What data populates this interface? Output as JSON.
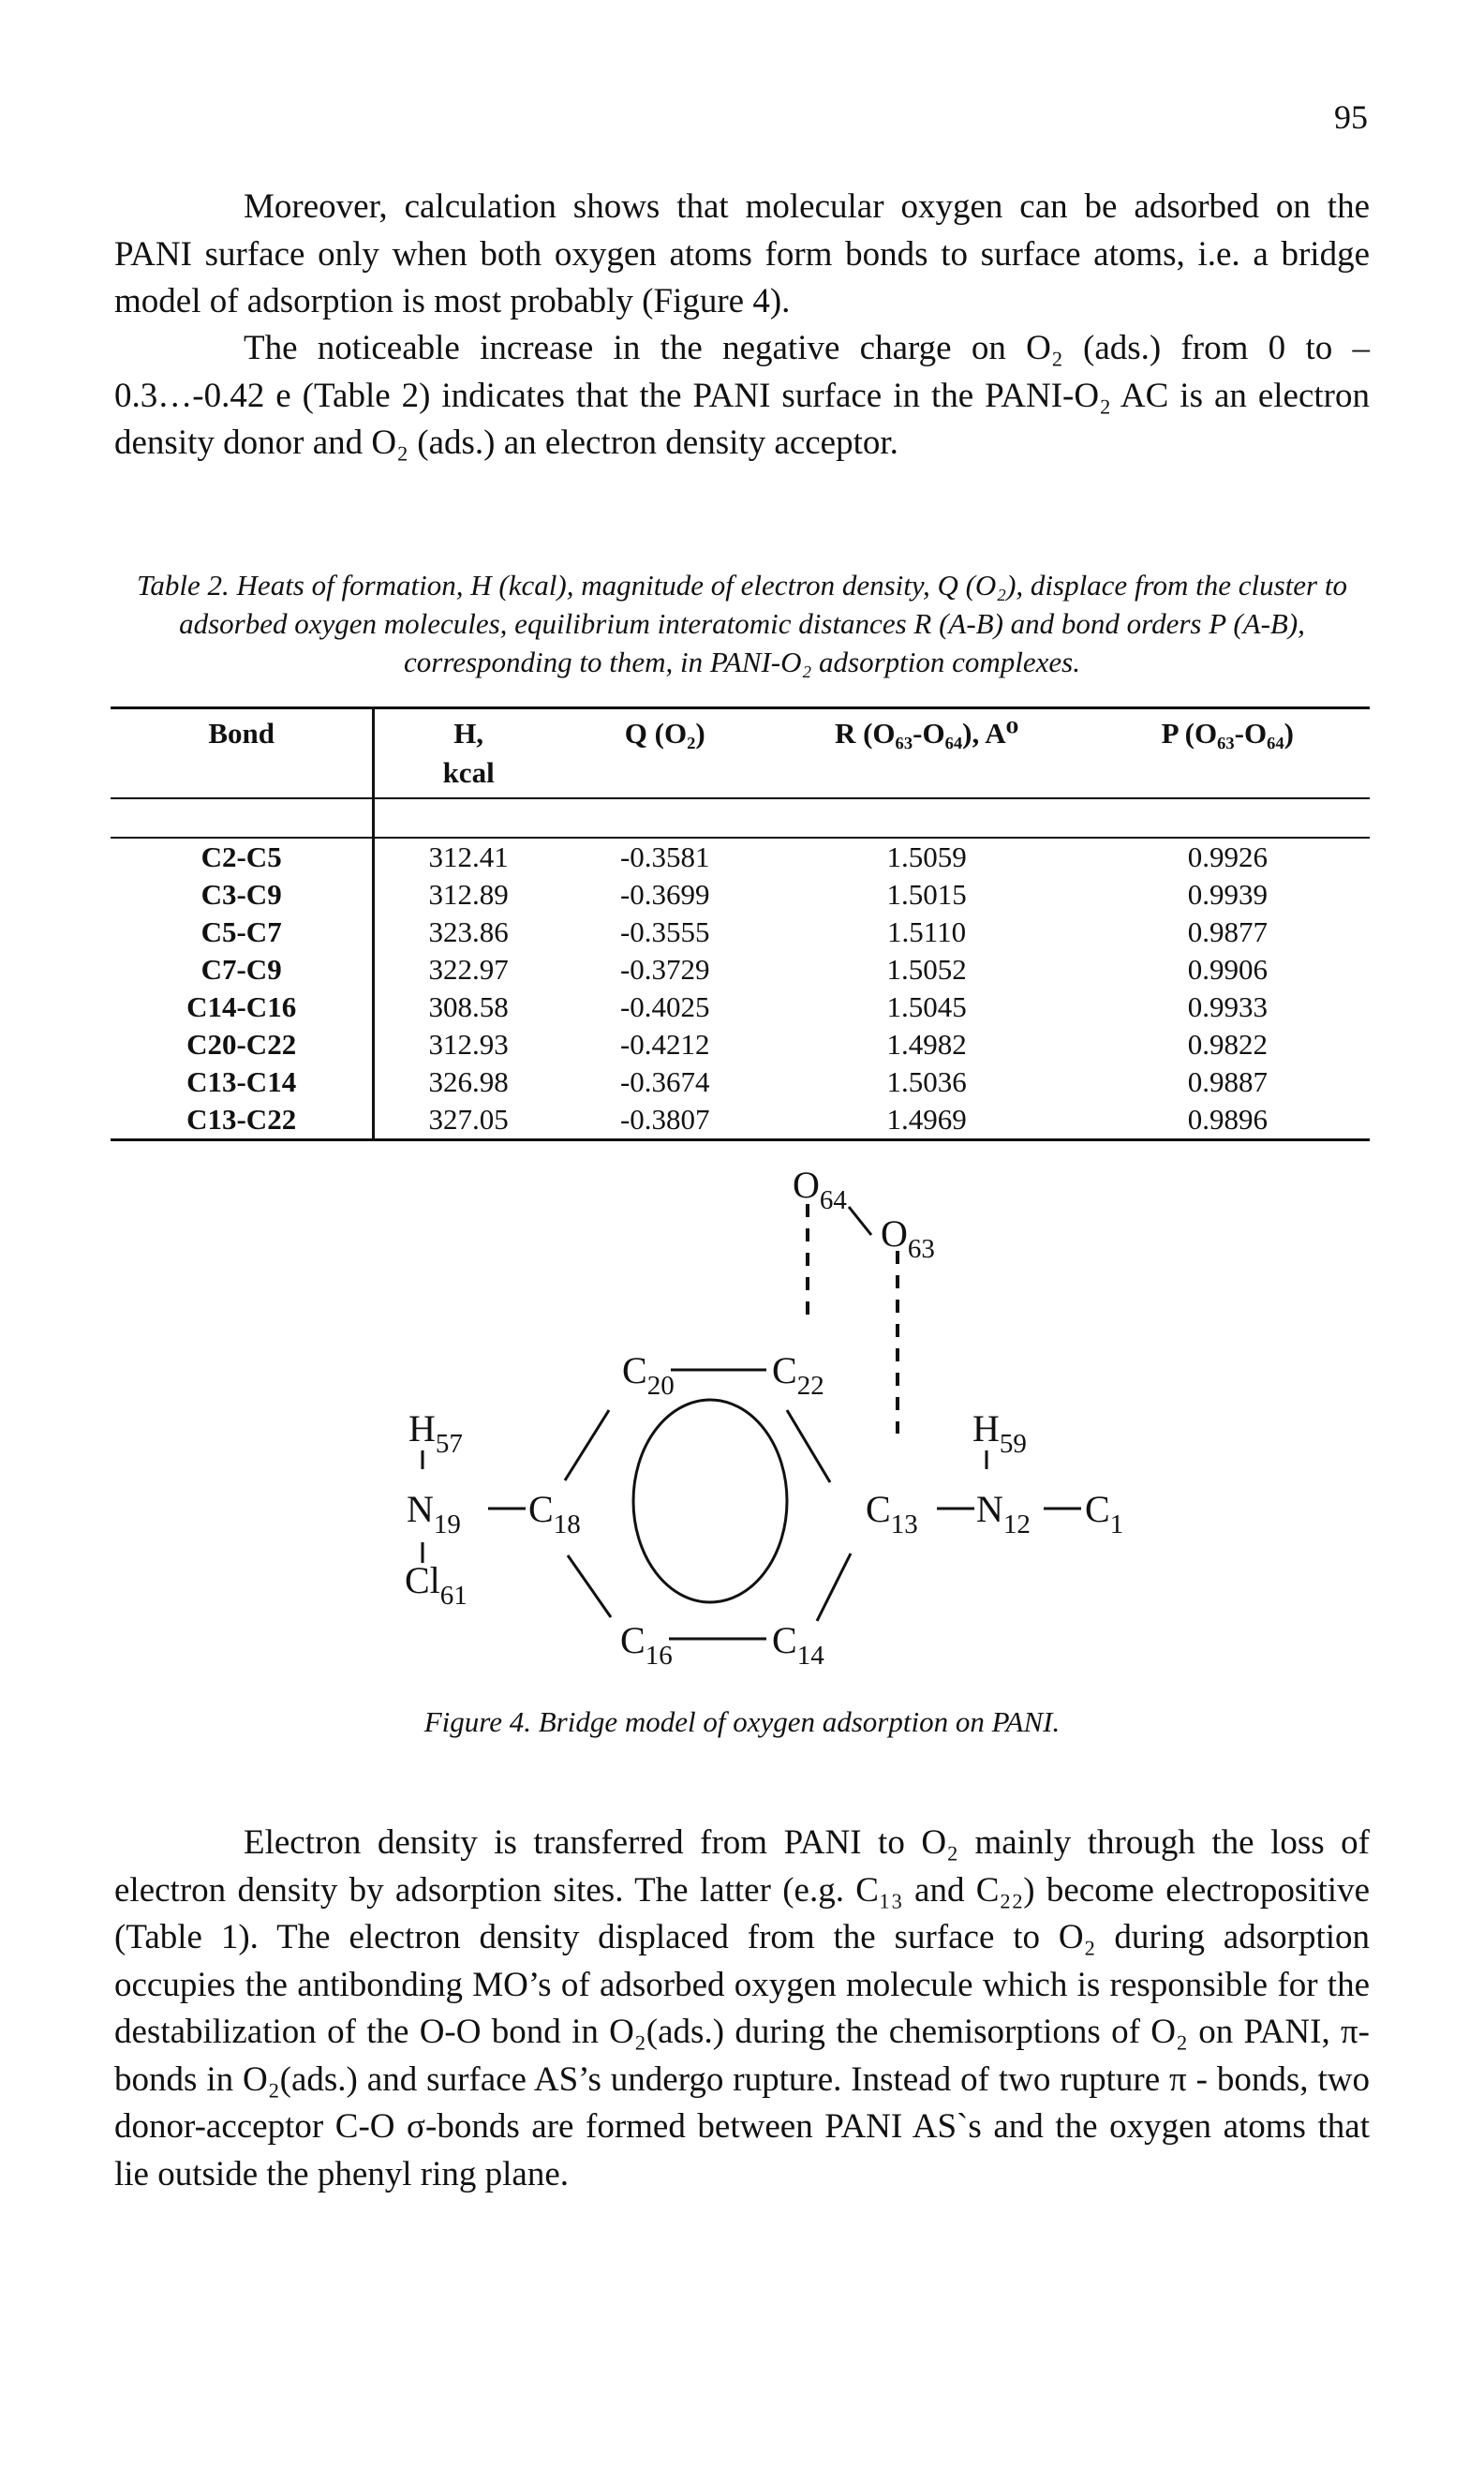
{
  "page_number": "95",
  "paragraphs": {
    "p1": "Moreover, calculation shows that molecular oxygen can be adsorbed on the PANI surface only when both oxygen atoms form bonds to surface atoms, i.e. a bridge model of adsorption is most probably (Figure 4).",
    "p2": "The noticeable increase in the negative charge on O₂ (ads.) from 0 to – 0.3…-0.42 e (Table 2) indicates that the PANI surface in the PANI-O₂ AC is an electron density donor and O₂ (ads.) an electron density acceptor.",
    "p3": "Electron density is transferred from PANI to O₂ mainly through the loss of electron density by adsorption sites. The latter (e.g. C₁₃ and C₂₂) become electropositive (Table 1). The electron density displaced from the surface to O₂ during adsorption occupies the antibonding MO’s of adsorbed oxygen molecule which is responsible for the destabilization of the O-O bond in O₂(ads.) during the chemisorptions of O₂ on PANI, π-bonds in O₂(ads.) and surface AS’s undergo rupture. Instead of two rupture π - bonds, two donor-acceptor C-O σ-bonds are formed between PANI AS`s and the oxygen atoms that lie outside the phenyl ring plane."
  },
  "table": {
    "caption": "Table 2. Heats of formation, H (kcal), magnitude of electron density, Q (O₂), displace from the cluster to adsorbed oxygen molecules, equilibrium interatomic distances R (A-B) and bond orders P (A-B), corresponding to them, in PANI-O₂ adsorption complexes.",
    "headers": {
      "bond": "Bond",
      "h": "H,",
      "h_unit": "kcal",
      "q": "Q (O₂)",
      "r": "R (O₆₃-O₆₄), A⁰",
      "p": "P (O₆₃-O₆₄)"
    },
    "rows": [
      {
        "bond": "C2-C5",
        "h": "312.41",
        "q": "-0.3581",
        "r": "1.5059",
        "p": "0.9926"
      },
      {
        "bond": "C3-C9",
        "h": "312.89",
        "q": "-0.3699",
        "r": "1.5015",
        "p": "0.9939"
      },
      {
        "bond": "C5-C7",
        "h": "323.86",
        "q": "-0.3555",
        "r": "1.5110",
        "p": "0.9877"
      },
      {
        "bond": "C7-C9",
        "h": "322.97",
        "q": "-0.3729",
        "r": "1.5052",
        "p": "0.9906"
      },
      {
        "bond": "C14-C16",
        "h": "308.58",
        "q": "-0.4025",
        "r": "1.5045",
        "p": "0.9933"
      },
      {
        "bond": "C20-C22",
        "h": "312.93",
        "q": "-0.4212",
        "r": "1.4982",
        "p": "0.9822"
      },
      {
        "bond": "C13-C14",
        "h": "326.98",
        "q": "-0.3674",
        "r": "1.5036",
        "p": "0.9887"
      },
      {
        "bond": "C13-C22",
        "h": "327.05",
        "q": "-0.3807",
        "r": "1.4969",
        "p": "0.9896"
      }
    ]
  },
  "figure": {
    "caption": "Figure 4. Bridge model of oxygen adsorption on PANI.",
    "atoms": {
      "o64": {
        "sym": "O",
        "sub": "64"
      },
      "o63": {
        "sym": "O",
        "sub": "63"
      },
      "c20": {
        "sym": "C",
        "sub": "20"
      },
      "c22": {
        "sym": "C",
        "sub": "22"
      },
      "h57": {
        "sym": "H",
        "sub": "57"
      },
      "h59": {
        "sym": "H",
        "sub": "59"
      },
      "n19": {
        "sym": "N",
        "sub": "19"
      },
      "c18": {
        "sym": "C",
        "sub": "18"
      },
      "c13": {
        "sym": "C",
        "sub": "13"
      },
      "n12": {
        "sym": "N",
        "sub": "12"
      },
      "c1": {
        "sym": "C",
        "sub": "1"
      },
      "cl61": {
        "sym": "Cl",
        "sub": "61"
      },
      "c16": {
        "sym": "C",
        "sub": "16"
      },
      "c14": {
        "sym": "C",
        "sub": "14"
      }
    }
  }
}
